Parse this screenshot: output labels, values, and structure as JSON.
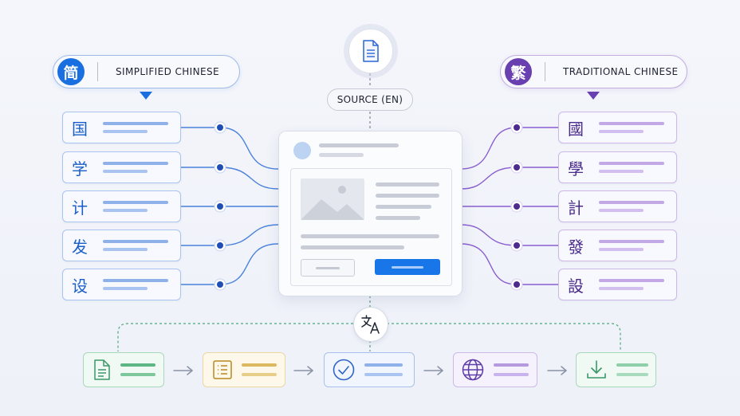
{
  "source": {
    "label": "SOURCE (EN)",
    "icon": "document-icon"
  },
  "simplified": {
    "badge": "简",
    "label": "SIMPLIFIED CHINESE",
    "color": "#1a6fe0",
    "chars": [
      "国",
      "学",
      "计",
      "发",
      "设"
    ]
  },
  "traditional": {
    "badge": "繁",
    "label": "TRADITIONAL CHINESE",
    "color": "#6a3fb0",
    "chars": [
      "國",
      "學",
      "計",
      "發",
      "設"
    ]
  },
  "translate": {
    "icon": "translate-icon"
  },
  "pipeline": [
    {
      "icon": "document-icon",
      "color": "#4aa878"
    },
    {
      "icon": "list-icon",
      "color": "#d4a63a"
    },
    {
      "icon": "check-circle-icon",
      "color": "#3a6fc8"
    },
    {
      "icon": "globe-icon",
      "color": "#6b46b0"
    },
    {
      "icon": "download-icon",
      "color": "#4aa878"
    }
  ]
}
